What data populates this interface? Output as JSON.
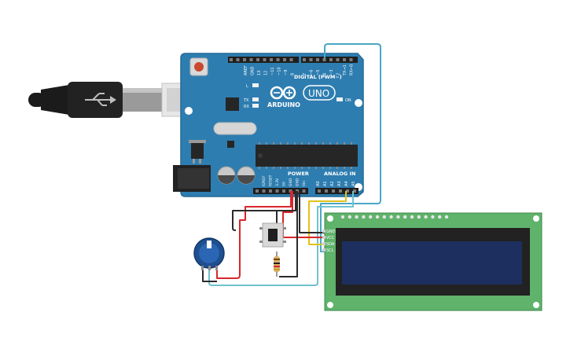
{
  "board": {
    "brand": "ARDUINO",
    "model": "UNO",
    "digital_header": "DIGITAL (PWM~)",
    "power_header": "POWER",
    "analog_header": "ANALOG IN",
    "on_label": "ON",
    "l_label": "L",
    "tx_label": "TX",
    "rx_label": "RX",
    "digital_pins": [
      "AREF",
      "GND",
      "13",
      "12",
      "~11",
      "~10",
      "~9",
      "8",
      "7",
      "~6",
      "~5",
      "4",
      "~3",
      "2",
      "TX→1",
      "RX←0"
    ],
    "power_pins": [
      "IOREF",
      "RESET",
      "3.3V",
      "5V",
      "GND",
      "GND",
      "Vin"
    ],
    "analog_pins": [
      "A0",
      "A1",
      "A2",
      "A3",
      "A4",
      "A5"
    ]
  },
  "lcd": {
    "pins": [
      "GND",
      "VCC",
      "SDA",
      "SCL"
    ]
  },
  "wires": {
    "power": "#d9262b",
    "ground": "#2b2b2b",
    "i2c_sda": "#e2c21b",
    "i2c_scl": "#49a8c4",
    "signal": "#6fc2cf"
  }
}
